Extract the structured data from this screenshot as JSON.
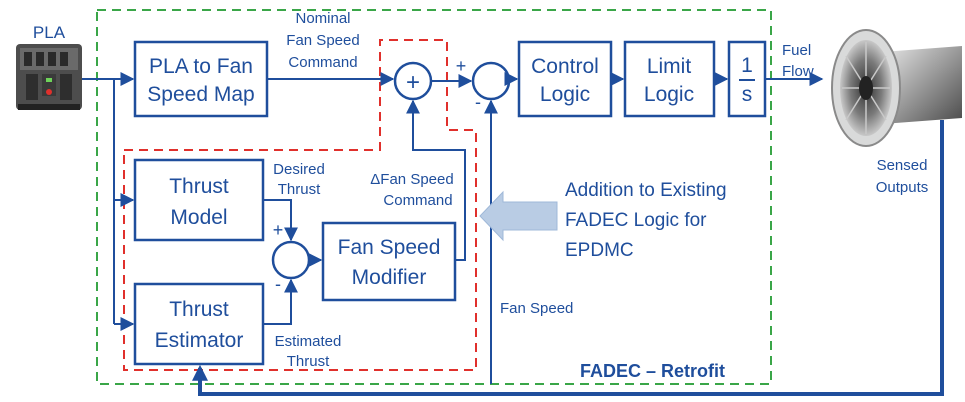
{
  "colors": {
    "line": "#1f4e9c",
    "text": "#1f4e9c",
    "green_border": "#3aa648",
    "red_border": "#e0302c",
    "callout_arrow": "#b9cce4"
  },
  "icons": {
    "pla": "throttle-quadrant-icon",
    "engine": "turbofan-engine-icon"
  },
  "labels": {
    "pla": "PLA",
    "nominal_line1": "Nominal",
    "nominal_line2": "Fan Speed",
    "nominal_line3": "Command",
    "fuel_line1": "Fuel",
    "fuel_line2": "Flow",
    "sensed_line1": "Sensed",
    "sensed_line2": "Outputs",
    "desired_line1": "Desired",
    "desired_line2": "Thrust",
    "estimated_line1": "Estimated",
    "estimated_line2": "Thrust",
    "delta_line1": "ΔFan Speed",
    "delta_line2": "Command",
    "fan_speed": "Fan Speed",
    "addition_line1": "Addition to Existing",
    "addition_line2": "FADEC Logic for",
    "addition_line3": "EPDMC",
    "fadec": "FADEC – Retrofit",
    "plus_top": "+",
    "minus_top": "-",
    "plus_bottom": "+",
    "minus_bottom": "-",
    "sum_plus": "+"
  },
  "blocks": {
    "pla_map_line1": "PLA to Fan",
    "pla_map_line2": "Speed Map",
    "control_line1": "Control",
    "control_line2": "Logic",
    "limit_line1": "Limit",
    "limit_line2": "Logic",
    "integrator_num": "1",
    "integrator_den": "s",
    "thrust_model_line1": "Thrust",
    "thrust_model_line2": "Model",
    "thrust_est_line1": "Thrust",
    "thrust_est_line2": "Estimator",
    "modifier_line1": "Fan Speed",
    "modifier_line2": "Modifier"
  }
}
